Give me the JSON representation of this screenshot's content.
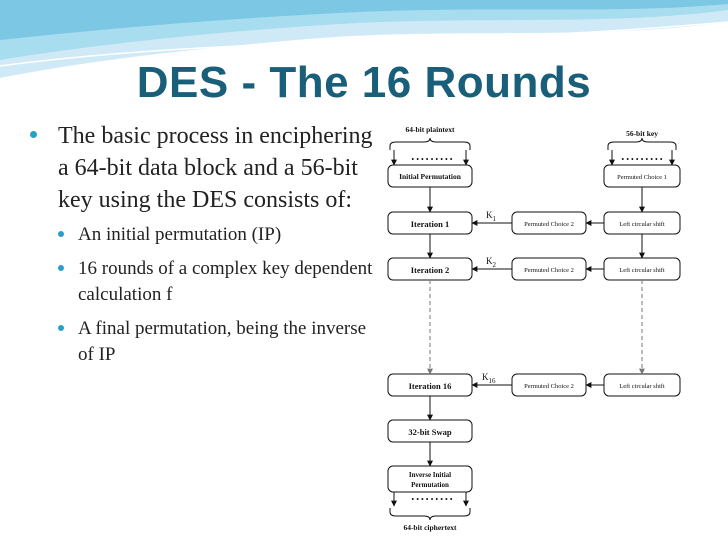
{
  "title": "DES - The 16 Rounds",
  "bullets": {
    "main": "The basic process in enciphering a 64-bit data block and a 56-bit key using the DES consists of:",
    "sub": [
      "An initial permutation (IP)",
      "16 rounds of a complex key dependent calculation f",
      "A final permutation, being the inverse of IP"
    ]
  },
  "diagram": {
    "plaintext_label": "64-bit plaintext",
    "key_label": "56-bit key",
    "dots": "• • • • • • • • •",
    "initial_permutation": "Initial Permutation",
    "permuted_choice_1": "Permuted Choice 1",
    "iteration_1": "Iteration 1",
    "iteration_2": "Iteration 2",
    "iteration_16": "Iteration 16",
    "permuted_choice_2": "Permuted Choice 2",
    "left_circular_shift": "Left circular shift",
    "k_letter": "K",
    "k1_sub": "1",
    "k2_sub": "2",
    "k16_sub": "16",
    "swap": "32-bit Swap",
    "inverse_ip_line1": "Inverse Initial",
    "inverse_ip_line2": "Permutation",
    "ciphertext_label": "64-bit ciphertext"
  },
  "colors": {
    "title": "#1a5f7a",
    "bullet": "#2aa0c8",
    "wave_light": "#cfeaf6",
    "wave_mid": "#8fd0ea"
  }
}
